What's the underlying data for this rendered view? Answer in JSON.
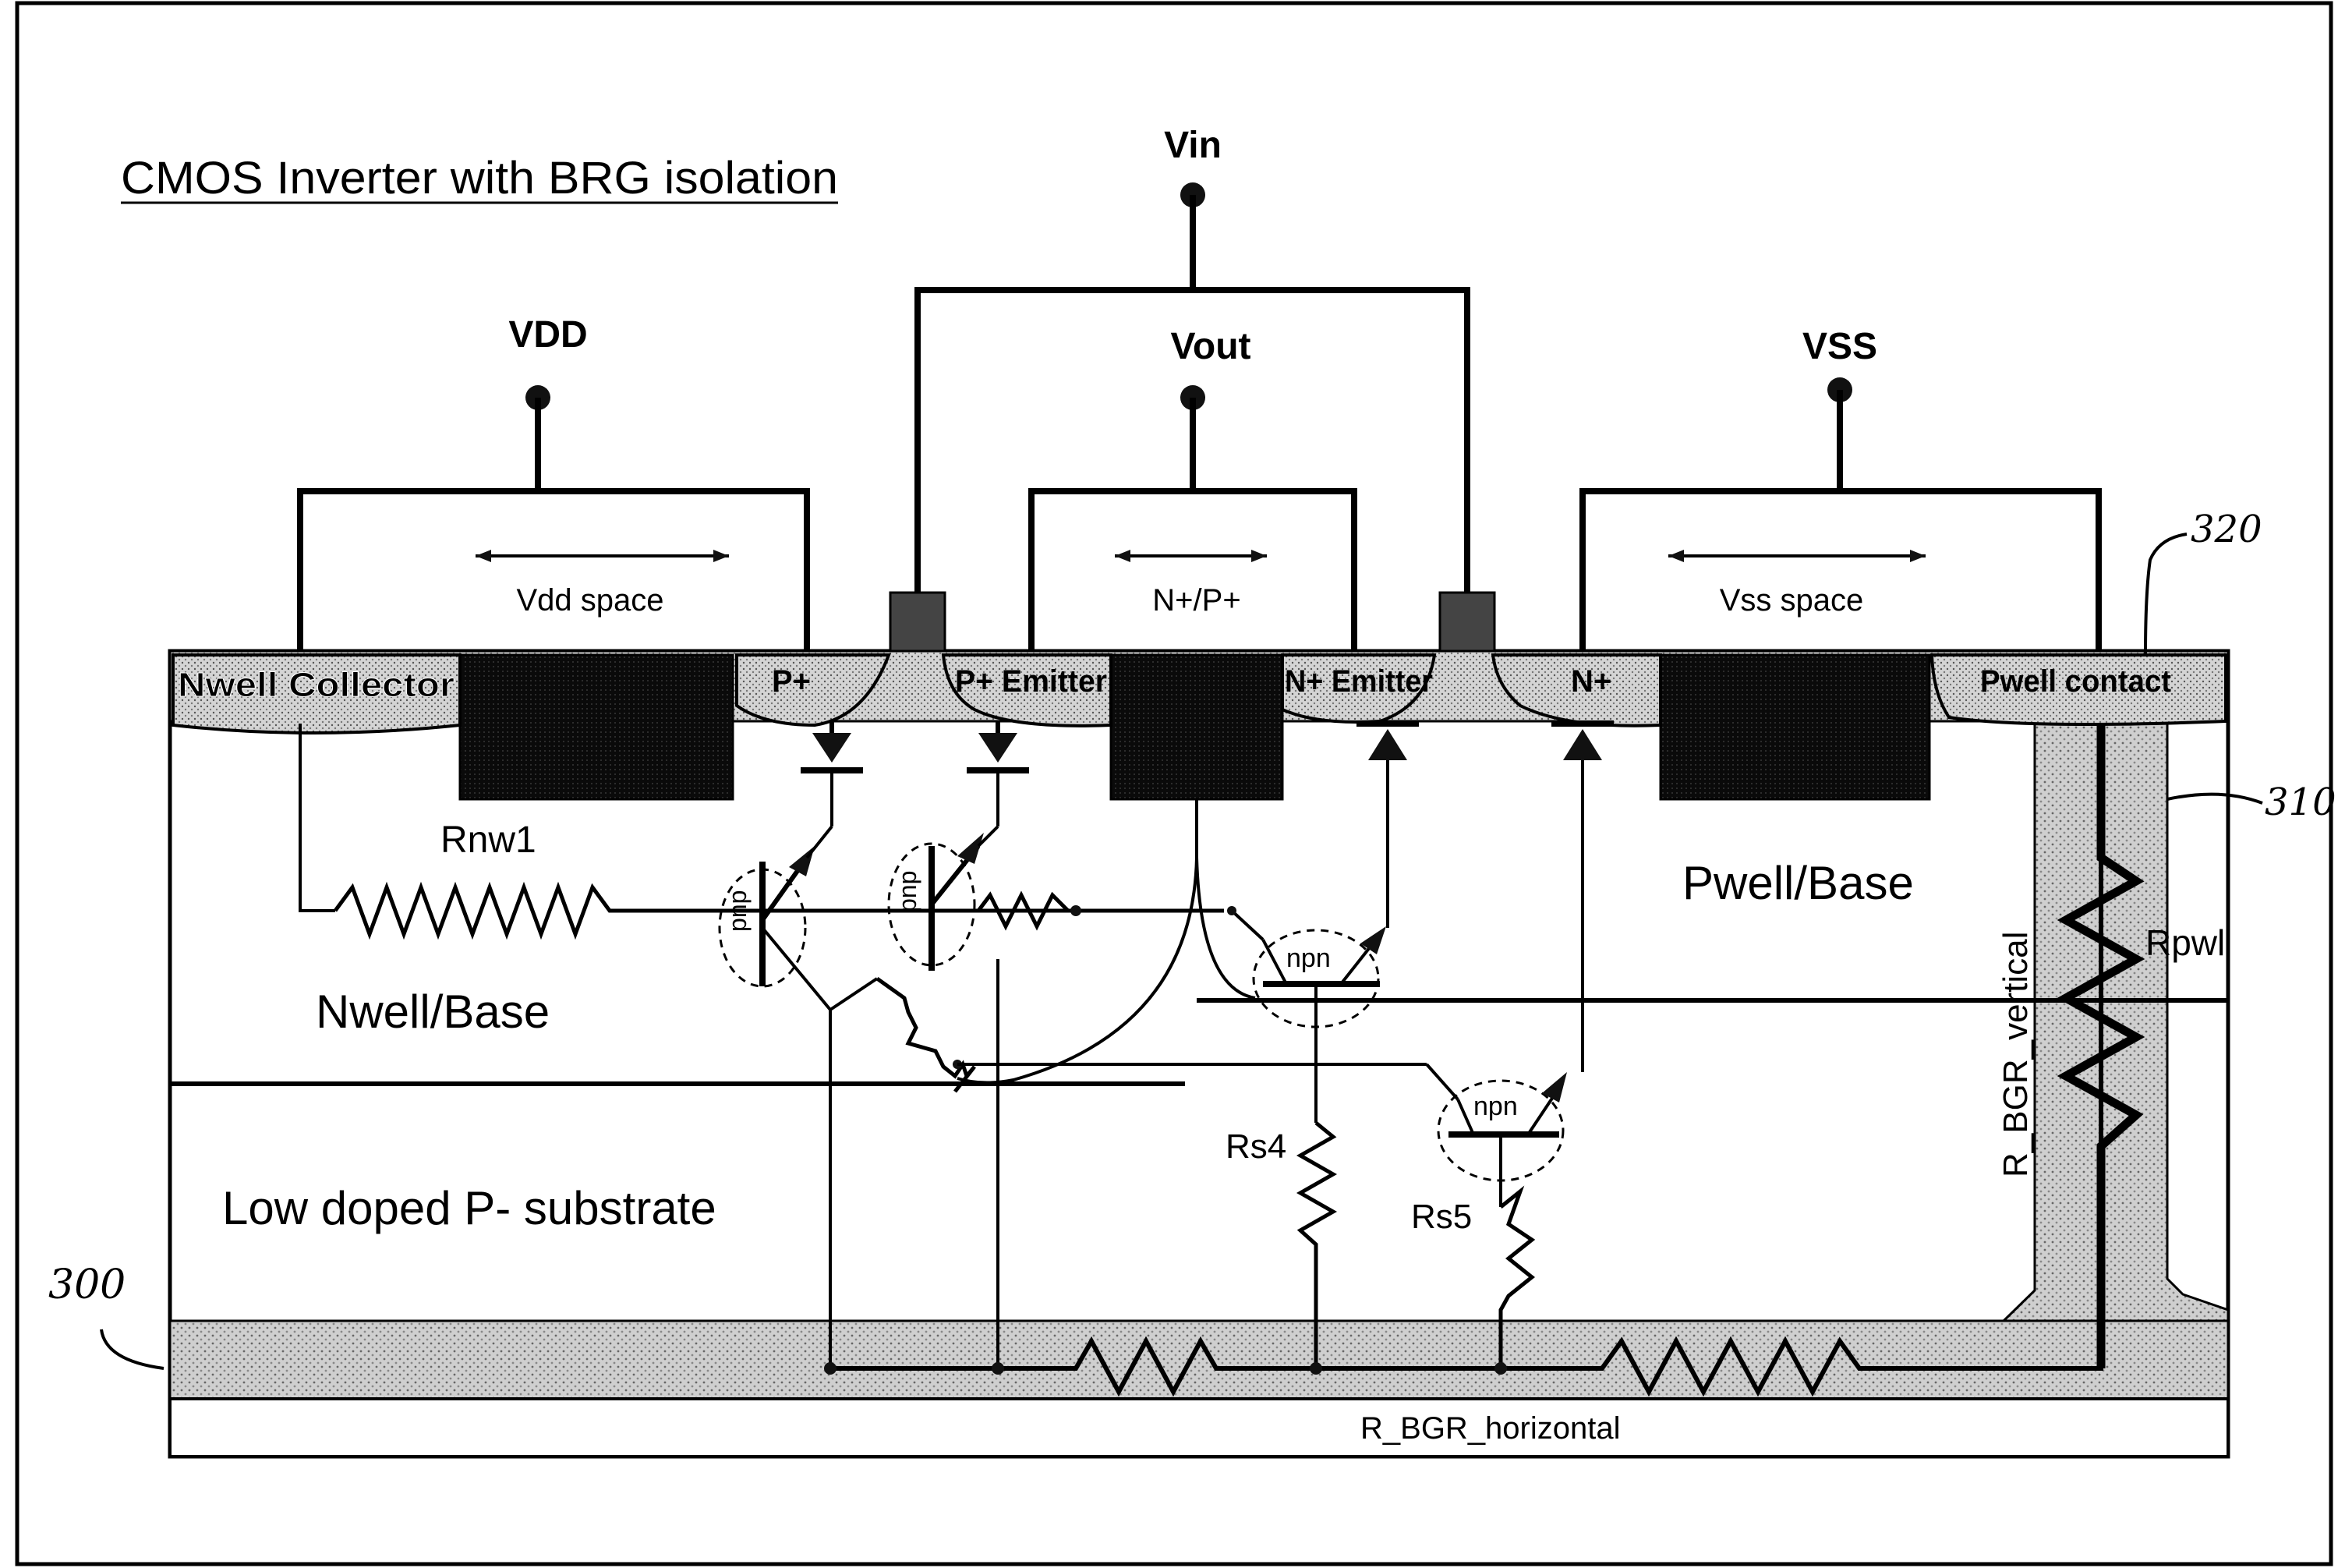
{
  "title": "CMOS Inverter with BRG isolation",
  "terminals": {
    "vin": "Vin",
    "vdd": "VDD",
    "vout": "Vout",
    "vss": "VSS"
  },
  "spaces": {
    "vdd_space": "Vdd space",
    "mid_space": "N+/P+",
    "vss_space": "Vss space"
  },
  "surface_regions": {
    "nwell_collector": "Nwell Collector",
    "p_plus": "P+",
    "p_plus_emitter": "P+ Emitter",
    "n_plus_emitter": "N+ Emitter",
    "n_plus": "N+",
    "pwell_contact": "Pwell contact"
  },
  "regions": {
    "nwell_base": "Nwell/Base",
    "pwell_base": "Pwell/Base",
    "substrate": "Low doped P- substrate",
    "bgr_horizontal": "R_BGR_horizontal",
    "bgr_vertical": "R_BGR_vertical"
  },
  "components": {
    "rnw1": "Rnw1",
    "rs4": "Rs4",
    "rs5": "Rs5",
    "rpwl": "Rpwl",
    "pnp_1": "pnp",
    "pnp_2": "pnp",
    "npn_1": "npn",
    "npn_2": "npn"
  },
  "reference_numerals": {
    "r300": "300",
    "r310": "310",
    "r320": "320"
  }
}
